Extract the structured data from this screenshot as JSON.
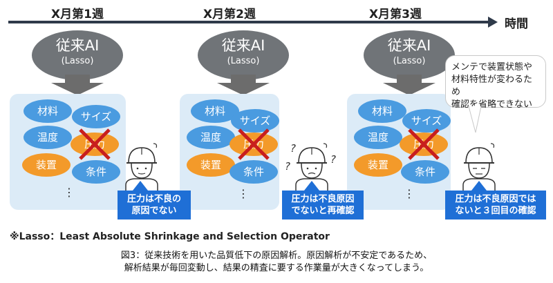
{
  "timeline": {
    "weeks": [
      "X月第1週",
      "X月第2週",
      "X月第3週"
    ],
    "axis_label": "時間"
  },
  "ai_model": {
    "title": "従来AI",
    "subtitle": "(Lasso)"
  },
  "factors": {
    "material": "材料",
    "size": "サイズ",
    "temperature": "温度",
    "pressure": "圧力",
    "equipment": "装置",
    "condition": "条件",
    "ellipsis": "⋮"
  },
  "callouts": [
    {
      "line1": "圧力は不良の",
      "line2": "原因でない"
    },
    {
      "line1": "圧力は不良原因",
      "line2": "でないと再確認"
    },
    {
      "line1": "圧力は不良原因では",
      "line2": "ないと３回目の確認"
    }
  ],
  "question_mark": "?",
  "speech_bubble": {
    "line1": "メンテで装置状態や",
    "line2": "材料特性が変わるため",
    "line3": "確認を省略できない"
  },
  "note": "※Lasso：Least Absolute Shrinkage and Selection Operator",
  "caption": {
    "line1": "図3：従来技術を用いた品質低下の原因解析。原因解析が不安定であるため、",
    "line2": "解析結果が毎回変動し、結果の精査に要する作業量が大きくなってしまう。"
  },
  "colors": {
    "factor_blue": "#4a9be0",
    "factor_orange": "#f39a2a",
    "cross_red": "#c81e1e",
    "panel_bg": "#dcebf7",
    "callout_blue": "#1f6fd6",
    "ai_gray": "#707478"
  }
}
